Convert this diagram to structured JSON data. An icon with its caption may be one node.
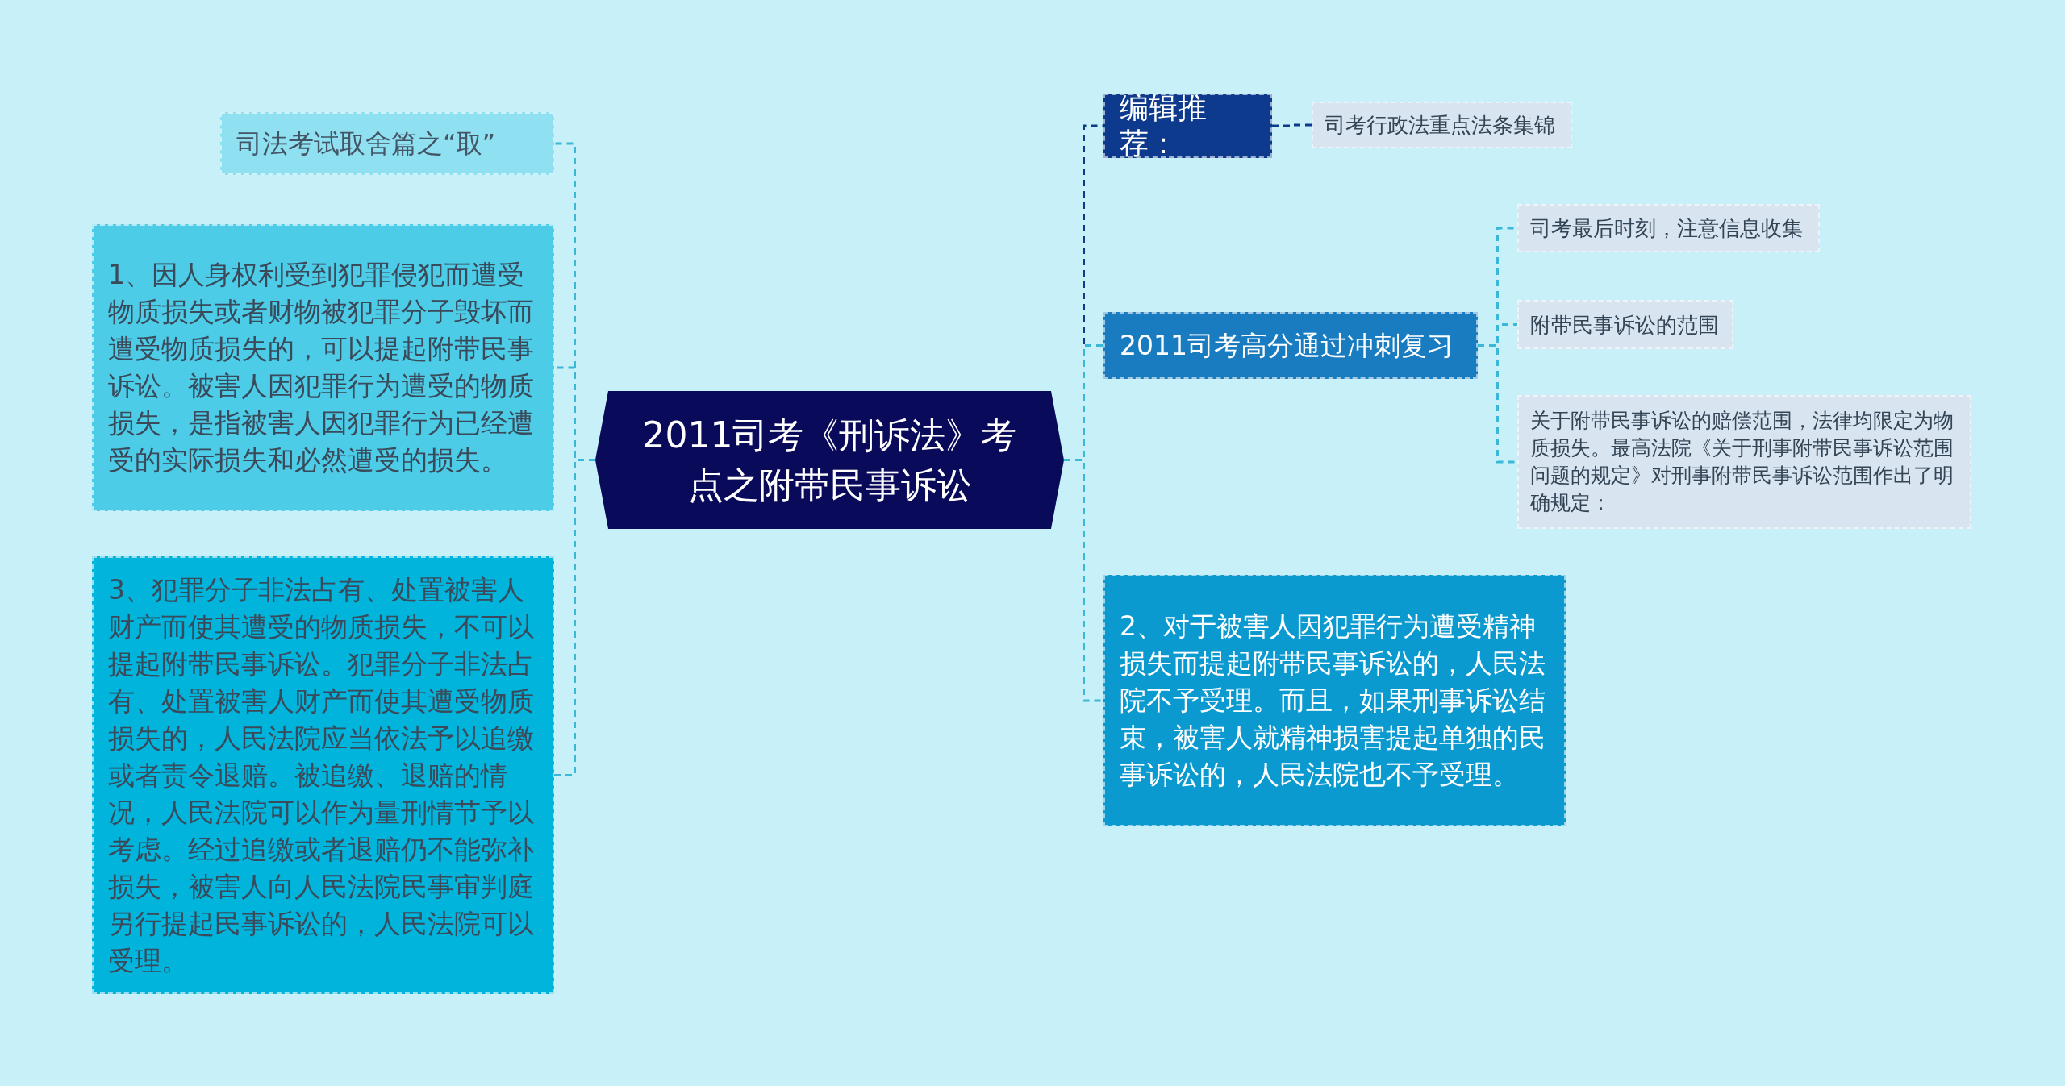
{
  "diagram": {
    "nodes": [
      {
        "text": [
          "2011司考《刑诉法》考点之附带民事诉讼"
        ]
      },
      {
        "text": [
          "司法考试取舍篇之“取”"
        ]
      },
      {
        "text": [
          "1、因人身权利受到犯罪侵犯而遭受物质损失或者财物被犯罪分子毁坏而遭受物质损失的，可以提起附带民事诉讼。被害人因犯罪行为遭受的物质损失，是指被害人因犯罪行为已经遭受的实际损失和必然遭受的损失。"
        ]
      },
      {
        "text": [
          "3、犯罪分子非法占有、处置被害人财产而使其遭受的物质损失，不可以提起附带民事诉讼。犯罪分子非法占有、处置被害人财产而使其遭受物质损失的，人民法院应当依法予以追缴或者责令退赔。被追缴、退赔的情况，人民法院可以作为量刑情节予以考虑。经过追缴或者退赔仍不能弥补损失，被害人向人民法院民事审判庭另行提起民事诉讼的，人民法院可以受理。"
        ]
      },
      {
        "text": [
          "编辑推荐："
        ]
      },
      {
        "text": [
          "司考行政法重点法条集锦"
        ]
      },
      {
        "text": [
          "2011司考高分通过冲刺复习"
        ]
      },
      {
        "text": [
          "司考最后时刻，注意信息收集"
        ]
      },
      {
        "text": [
          "附带民事诉讼的范围"
        ]
      },
      {
        "text": [
          "关于附带民事诉讼的赔偿范围，法律均限定为物质损失。最高法院《关于刑事附带民事诉讼范围问题的规定》对刑事附带民事诉讼范围作出了明确规定："
        ]
      },
      {
        "text": [
          "2、对于被害人因犯罪行为遭受精神损失而提起附带民事诉讼的，人民法院不予受理。而且，如果刑事诉讼结束，被害人就精神损害提起单独的民事诉讼的，人民法院也不予受理。"
        ]
      }
    ],
    "edges": [
      {
        "from": 0,
        "to": 1,
        "arrow": "none",
        "style": "dashed"
      },
      {
        "from": 0,
        "to": 2,
        "arrow": "none",
        "style": "dashed"
      },
      {
        "from": 0,
        "to": 3,
        "arrow": "none",
        "style": "dashed"
      },
      {
        "from": 0,
        "to": 4,
        "arrow": "none",
        "style": "dashed",
        "color": "#0d3a8c"
      },
      {
        "from": 4,
        "to": 5,
        "arrow": "none",
        "style": "dashed",
        "color": "#0d3a8c"
      },
      {
        "from": 0,
        "to": 6,
        "arrow": "none",
        "style": "dashed"
      },
      {
        "from": 6,
        "to": 7,
        "arrow": "none",
        "style": "dashed"
      },
      {
        "from": 6,
        "to": 8,
        "arrow": "none",
        "style": "dashed"
      },
      {
        "from": 6,
        "to": 9,
        "arrow": "none",
        "style": "dashed"
      },
      {
        "from": 0,
        "to": 10,
        "arrow": "none",
        "style": "dashed"
      }
    ]
  }
}
